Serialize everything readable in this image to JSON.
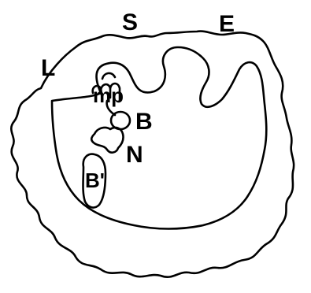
{
  "diagram": {
    "labels": {
      "L": "L",
      "S": "S",
      "E": "E",
      "mp": "mp",
      "B": "B",
      "N": "N",
      "B_prime": "B'"
    }
  }
}
